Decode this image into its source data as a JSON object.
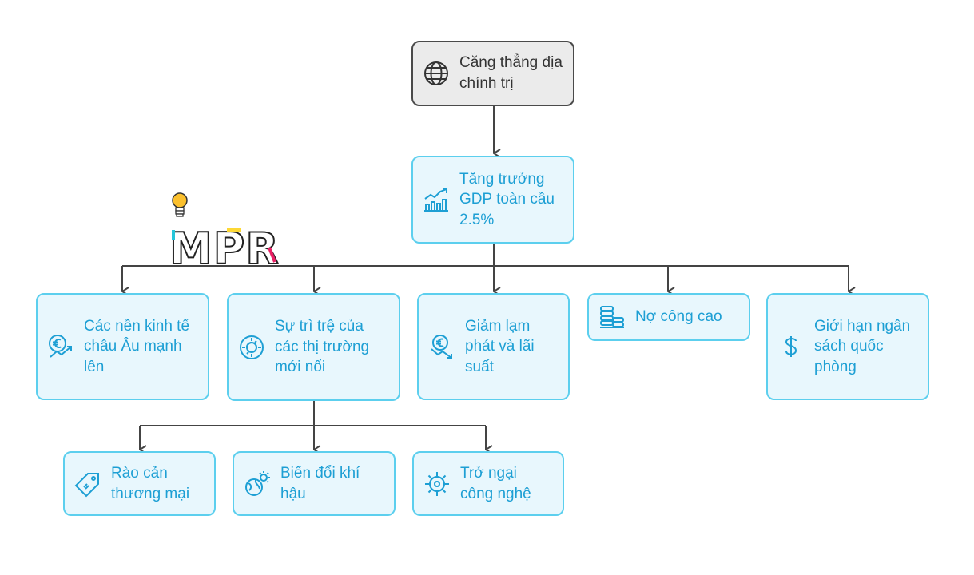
{
  "colors": {
    "accent": "#1d9fd4",
    "box_border": "#5ccfee",
    "box_fill": "#e8f7fd",
    "root_border": "#4a4a4a",
    "root_fill": "#ebebeb",
    "root_text": "#333333",
    "connector": "#444444"
  },
  "logo": {
    "text": "MPR",
    "icon": "lightbulb-icon"
  },
  "root": {
    "label": "Căng thẳng địa chính trị",
    "icon": "globe-icon"
  },
  "growth": {
    "label": "Tăng trưởng GDP toàn cầu 2.5%",
    "icon": "growth-chart-icon"
  },
  "factors": [
    {
      "label": "Các nền kinh tế châu Âu mạnh lên",
      "icon": "euro-up-icon"
    },
    {
      "label": "Sự trì trệ của các thị trường mới nổi",
      "icon": "circular-arrows-icon"
    },
    {
      "label": "Giảm lạm phát và lãi suất",
      "icon": "euro-down-icon"
    },
    {
      "label": "Nợ công cao",
      "icon": "coin-stack-icon"
    },
    {
      "label": "Giới hạn ngân sách quốc phòng",
      "icon": "dollar-icon"
    }
  ],
  "sub_factors": [
    {
      "label": "Rào cản thương mại",
      "icon": "price-tag-icon"
    },
    {
      "label": "Biến đổi khí hậu",
      "icon": "earth-sun-icon"
    },
    {
      "label": "Trở ngại công nghệ",
      "icon": "virus-gear-icon"
    }
  ]
}
